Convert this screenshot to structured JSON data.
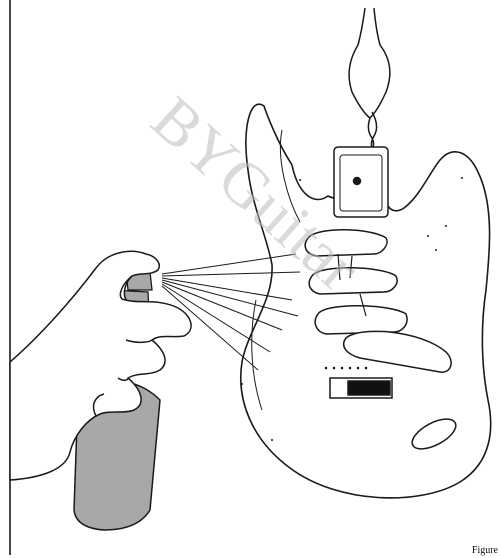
{
  "figure": {
    "label": "Figure"
  },
  "watermark": {
    "text": "BYGuitar"
  },
  "colors": {
    "ink": "#1a1a1a",
    "can_gray": "#a8a8a8",
    "watermark_gray": "#bdbdbd",
    "background": "#ffffff"
  },
  "icons": [
    "guitar-body-illustration",
    "spray-can-illustration",
    "hand-illustration",
    "hanging-wire-hook"
  ]
}
